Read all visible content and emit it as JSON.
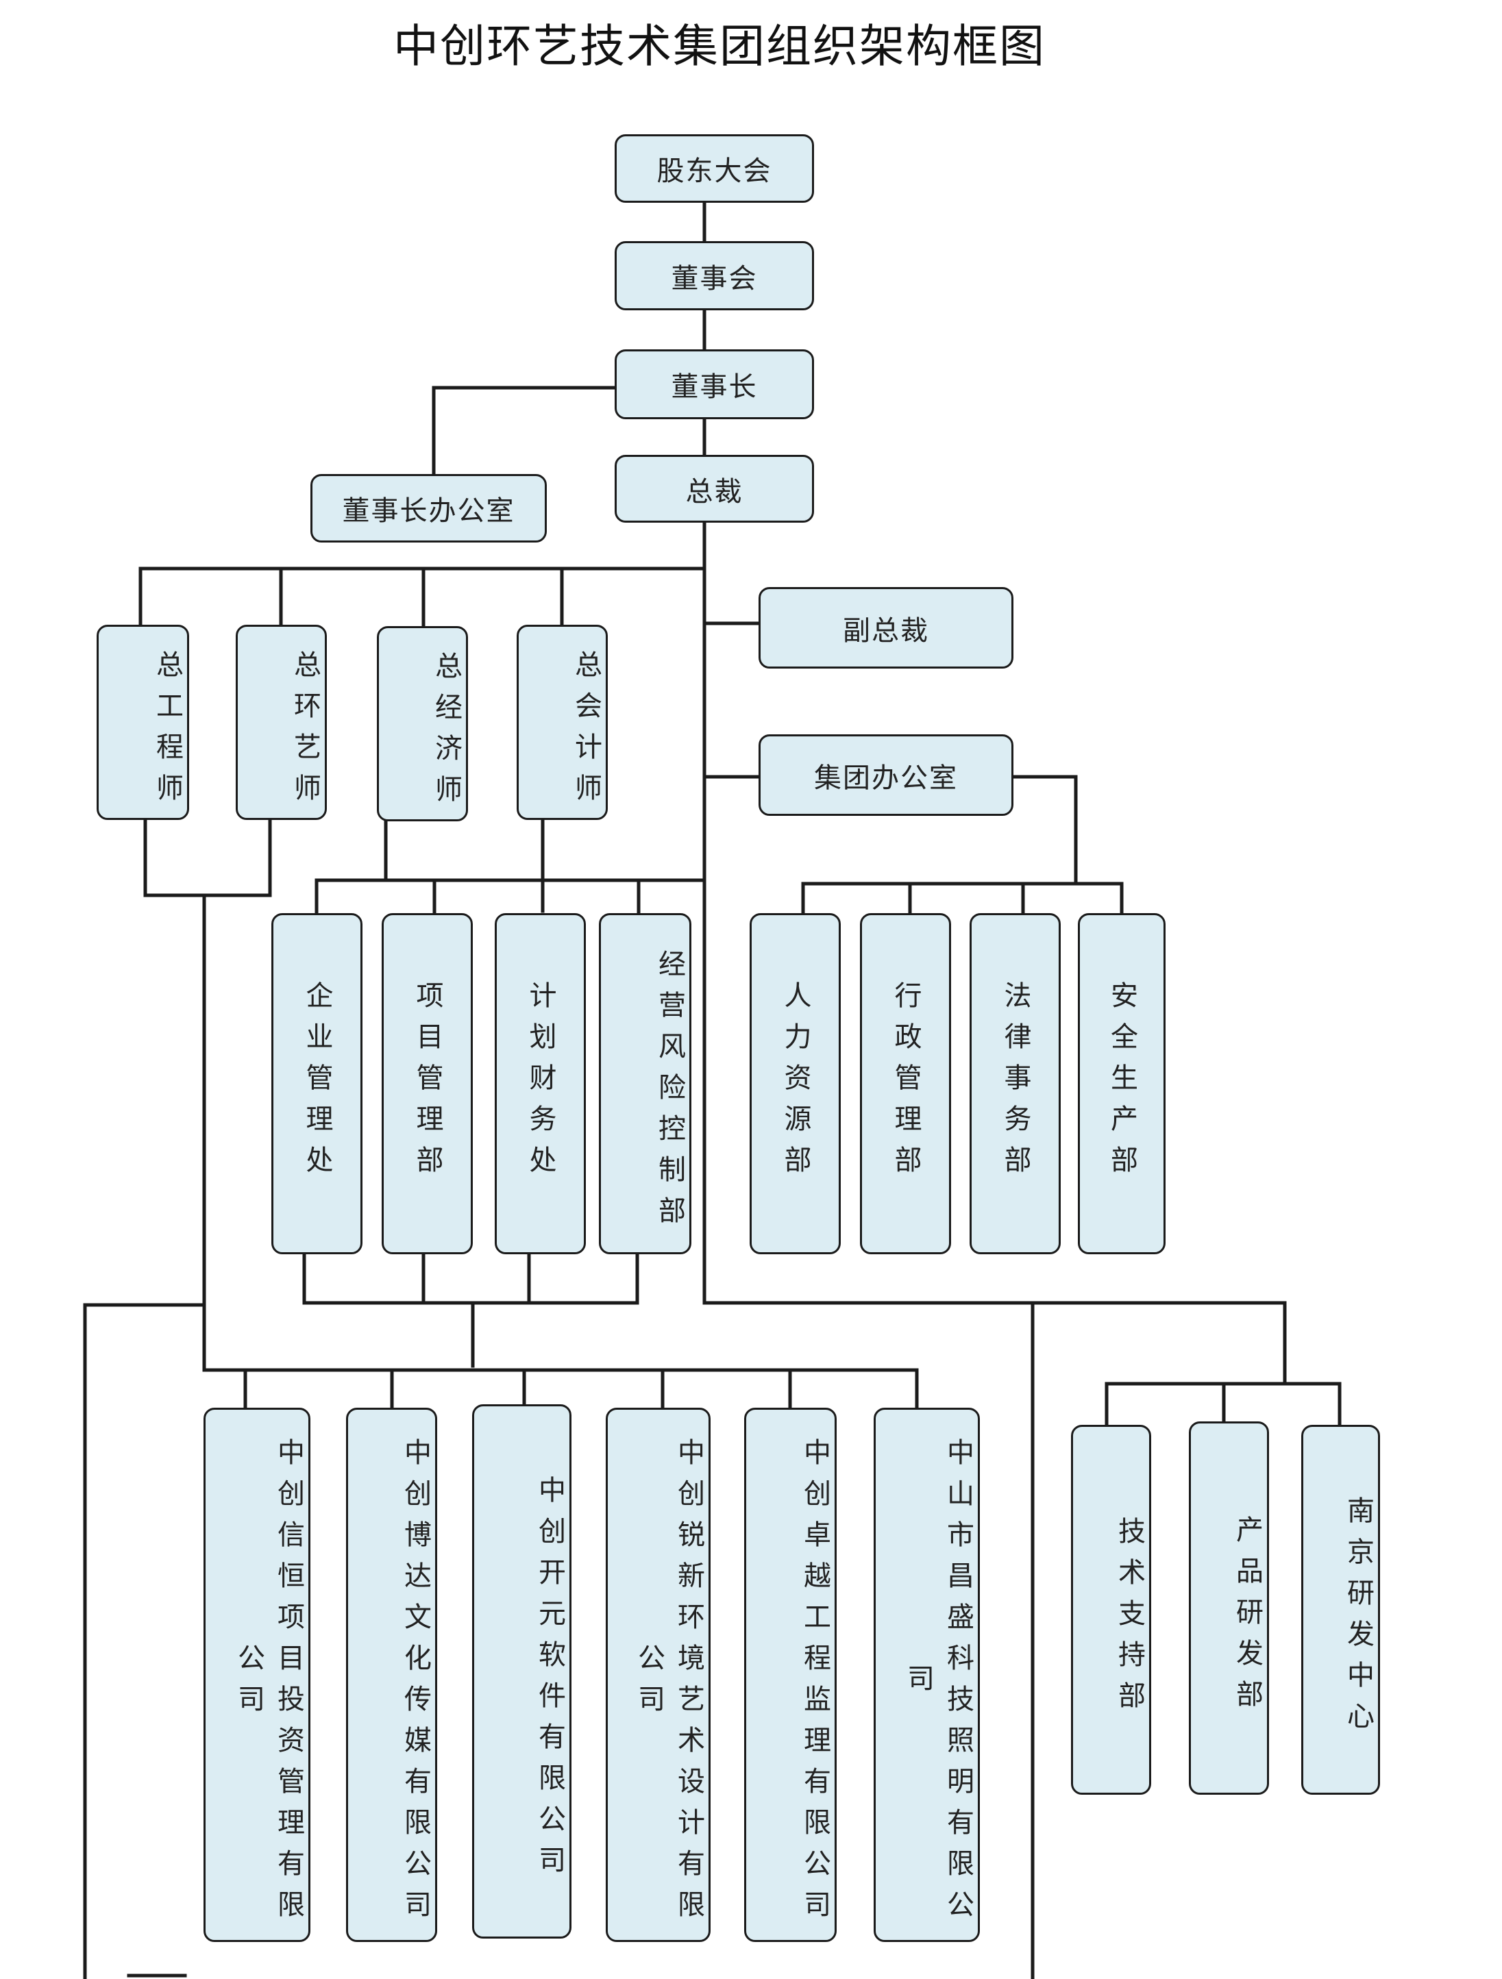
{
  "title": "中创环艺技术集团组织架构框图",
  "nodes": {
    "shareholders": "股东大会",
    "board": "董事会",
    "chairman": "董事长",
    "chairman_office": "董事长办公室",
    "president": "总裁",
    "vice_president": "副总裁",
    "group_office": "集团办公室",
    "chief_engineer": "总工程师",
    "chief_env_art": "总环艺师",
    "chief_economist": "总经济师",
    "chief_accountant": "总会计师",
    "enterprise_mgmt": "企业管理处",
    "project_mgmt": "项目管理部",
    "planning_finance": "计划财务处",
    "risk_control": "经营风险控制部",
    "hr": "人力资源部",
    "admin": "行政管理部",
    "legal": "法律事务部",
    "safety": "安全生产部",
    "sub_xinheng": "中创信恒项目投资管理有限公司",
    "sub_boda": "中创博达文化传媒有限公司",
    "sub_kaiyuan": "中创开元软件有限公司",
    "sub_ruixin": "中创锐新环境艺术设计有限公司",
    "sub_zhuoyue": "中创卓越工程监理有限公司",
    "sub_changsheng": "中山市昌盛科技照明有限公司",
    "tech_support": "技术支持部",
    "product_rd": "产品研发部",
    "nanjing_rd": "南京研发中心"
  }
}
